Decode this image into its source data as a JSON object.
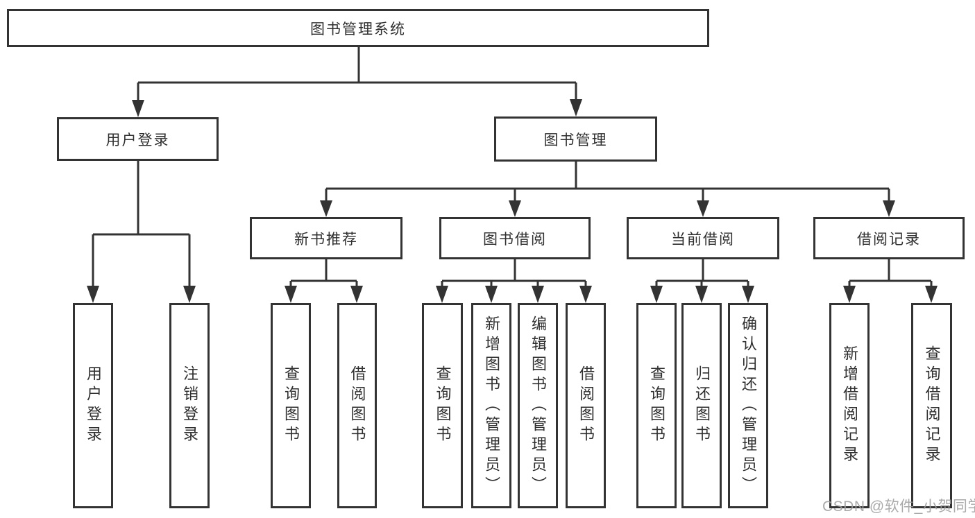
{
  "tree": {
    "label": "图书管理系统",
    "children": [
      {
        "label": "用户登录",
        "children": [
          {
            "label": "用户登录"
          },
          {
            "label": "注销登录"
          }
        ]
      },
      {
        "label": "图书管理",
        "children": [
          {
            "label": "新书推荐",
            "children": [
              {
                "label": "查询图书"
              },
              {
                "label": "借阅图书"
              }
            ]
          },
          {
            "label": "图书借阅",
            "children": [
              {
                "label": "查询图书"
              },
              {
                "label": "新增图书（管理员）"
              },
              {
                "label": "编辑图书（管理员）"
              },
              {
                "label": "借阅图书"
              }
            ]
          },
          {
            "label": "当前借阅",
            "children": [
              {
                "label": "查询图书"
              },
              {
                "label": "归还图书"
              },
              {
                "label": "确认归还（管理员）"
              }
            ]
          },
          {
            "label": "借阅记录",
            "children": [
              {
                "label": "新增借阅记录"
              },
              {
                "label": "查询借阅记录"
              }
            ]
          }
        ]
      }
    ]
  },
  "watermark": {
    "text": "CSDN @软件_小贺同学"
  },
  "colors": {
    "line": "#333333",
    "border": "#333333",
    "text": "#2f2f2f",
    "background": "#ffffff",
    "watermark": "#9e9e9e"
  }
}
